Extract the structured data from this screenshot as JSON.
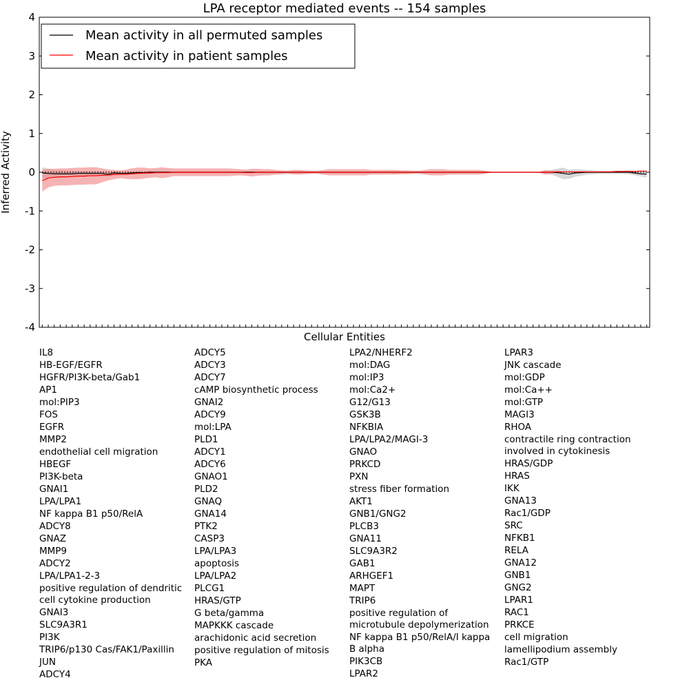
{
  "chart_data": {
    "type": "line",
    "title": "LPA receptor mediated events -- 154 samples",
    "xlabel": "Cellular Entities",
    "ylabel": "Inferred Activity",
    "ylim": [
      -4,
      4
    ],
    "yticks": [
      "-4",
      "-3",
      "-2",
      "-1",
      "0",
      "1",
      "2",
      "3",
      "4"
    ],
    "grid": false,
    "legend_placement": "top-left",
    "colors": {
      "permuted": "#000000",
      "patient": "#ff0000",
      "patient_band": "#f08080",
      "permuted_band": "#b0b0b0"
    },
    "categories": [
      "IL8",
      "HB-EGF/EGFR",
      "HGFR/PI3K-beta/Gab1",
      "AP1",
      "mol:PIP3",
      "FOS",
      "EGFR",
      "MMP2",
      "endothelial cell migration",
      "HBEGF",
      "PI3K-beta",
      "GNAI1",
      "LPA/LPA1",
      "NF kappa B1 p50/RelA",
      "ADCY8",
      "GNAZ",
      "MMP9",
      "ADCY2",
      "LPA/LPA1-2-3",
      "positive regulation of dendritic cell cytokine production",
      "GNAI3",
      "SLC9A3R1",
      "PI3K",
      "TRIP6/p130 Cas/FAK1/Paxillin",
      "JUN",
      "ADCY4",
      "ADCY5",
      "ADCY3",
      "ADCY7",
      "cAMP biosynthetic process",
      "GNAI2",
      "ADCY9",
      "mol:LPA",
      "PLD1",
      "ADCY1",
      "ADCY6",
      "GNAO1",
      "PLD2",
      "GNAQ",
      "GNA14",
      "PTK2",
      "CASP3",
      "LPA/LPA3",
      "apoptosis",
      "LPA/LPA2",
      "PLCG1",
      "HRAS/GTP",
      "G beta/gamma",
      "MAPKKK cascade",
      "arachidonic acid secretion",
      "positive regulation of mitosis",
      "PKA",
      "LPA2/NHERF2",
      "mol:DAG",
      "mol:IP3",
      "mol:Ca2+",
      "G12/G13",
      "GSK3B",
      "NFKBIA",
      "LPA/LPA2/MAGI-3",
      "GNAO",
      "PRKCD",
      "PXN",
      "stress fiber formation",
      "AKT1",
      "GNB1/GNG2",
      "PLCB3",
      "GNA11",
      "SLC9A3R2",
      "GAB1",
      "ARHGEF1",
      "MAPT",
      "TRIP6",
      "positive regulation of microtubule depolymerization",
      "NF kappa B1 p50/RelA/I kappa B alpha",
      "PIK3CB",
      "LPAR2",
      "LPAR3",
      "JNK cascade",
      "mol:GDP",
      "mol:Ca++",
      "mol:GTP",
      "MAGI3",
      "RHOA",
      "contractile ring contraction involved in cytokinesis",
      "HRAS/GDP",
      "HRAS",
      "IKK",
      "GNA13",
      "Rac1/GDP",
      "SRC",
      "NFKB1",
      "RELA",
      "GNA12",
      "GNB1",
      "GNG2",
      "LPAR1",
      "RAC1",
      "PRKCE",
      "cell migration",
      "lamellipodium assembly",
      "Rac1/GTP"
    ],
    "series": [
      {
        "name": "Mean activity in all permuted samples",
        "values": [
          -0.02,
          -0.03,
          -0.04,
          -0.04,
          -0.04,
          -0.04,
          -0.03,
          -0.03,
          -0.03,
          -0.03,
          -0.03,
          -0.05,
          -0.02,
          -0.03,
          -0.03,
          -0.02,
          -0.01,
          -0.01,
          0,
          0,
          0,
          0,
          0,
          0,
          0,
          0,
          0,
          0,
          0,
          0,
          0,
          0,
          0,
          0,
          0,
          0,
          0,
          0,
          0,
          0,
          0,
          0,
          0,
          0,
          0,
          0,
          0,
          0,
          0,
          0,
          0,
          0,
          0,
          0,
          0,
          0,
          0,
          0,
          0,
          0,
          0,
          0,
          0,
          0,
          0,
          0,
          0,
          0,
          0,
          0,
          0,
          0,
          0,
          0,
          0,
          0,
          0,
          0,
          0,
          0,
          0,
          0,
          0,
          0,
          0,
          0,
          -0.01,
          -0.03,
          -0.05,
          -0.02,
          -0.01,
          0,
          0,
          0,
          0,
          0,
          0,
          0,
          0,
          -0.02,
          -0.04,
          -0.05
        ],
        "spread": [
          0.15,
          0.12,
          0.1,
          0.1,
          0.08,
          0.08,
          0.06,
          0.06,
          0.06,
          0.06,
          0.06,
          0.06,
          0.05,
          0.05,
          0.05,
          0.04,
          0.04,
          0.04,
          0.04,
          0.03,
          0.03,
          0.03,
          0.03,
          0.03,
          0.03,
          0.03,
          0.03,
          0.03,
          0.03,
          0.03,
          0.03,
          0.03,
          0.03,
          0.03,
          0.03,
          0.03,
          0.03,
          0.03,
          0.03,
          0.03,
          0.03,
          0.03,
          0.03,
          0.03,
          0.03,
          0.03,
          0.03,
          0.03,
          0.03,
          0.03,
          0.03,
          0.03,
          0.03,
          0.03,
          0.03,
          0.03,
          0.03,
          0.03,
          0.03,
          0.03,
          0.03,
          0.03,
          0.03,
          0.03,
          0.03,
          0.03,
          0.03,
          0.03,
          0.03,
          0.03,
          0.03,
          0.03,
          0.03,
          0.03,
          0.03,
          0.01,
          0.01,
          0.01,
          0.01,
          0.01,
          0.01,
          0.01,
          0.01,
          0.01,
          0.03,
          0.06,
          0.1,
          0.15,
          0.12,
          0.1,
          0.08,
          0.06,
          0.05,
          0.04,
          0.04,
          0.04,
          0.04,
          0.04,
          0.05,
          0.06,
          0.07,
          0.08
        ]
      },
      {
        "name": "Mean activity in patient samples",
        "values": [
          -0.22,
          -0.15,
          -0.13,
          -0.12,
          -0.12,
          -0.11,
          -0.1,
          -0.1,
          -0.09,
          -0.09,
          -0.08,
          -0.07,
          -0.06,
          -0.05,
          -0.05,
          -0.04,
          -0.03,
          -0.02,
          -0.02,
          -0.01,
          -0.01,
          -0.01,
          0,
          0,
          0,
          0,
          0,
          0,
          0,
          0,
          0,
          0,
          0,
          0,
          -0.01,
          -0.01,
          0,
          0,
          0,
          0,
          0,
          0,
          0,
          0,
          0,
          0,
          0,
          0,
          0,
          0,
          0,
          0,
          0,
          0,
          0,
          0,
          0,
          0,
          0,
          0,
          0,
          0,
          0,
          0,
          0,
          0,
          0,
          0,
          0,
          0,
          0,
          0,
          0,
          0,
          0,
          0,
          0,
          0,
          0,
          0,
          0,
          0,
          0,
          0,
          0,
          0,
          0.01,
          0.01,
          0.01,
          0.01,
          0.01,
          0.01,
          0.01,
          0.01,
          0.01,
          0.01,
          0.02,
          0.02,
          0.02,
          0.02,
          0.03,
          0.03
        ],
        "spread": [
          0.28,
          0.24,
          0.22,
          0.22,
          0.22,
          0.22,
          0.22,
          0.22,
          0.22,
          0.22,
          0.18,
          0.14,
          0.12,
          0.1,
          0.12,
          0.14,
          0.15,
          0.14,
          0.12,
          0.12,
          0.14,
          0.12,
          0.1,
          0.1,
          0.1,
          0.1,
          0.1,
          0.1,
          0.1,
          0.1,
          0.1,
          0.1,
          0.09,
          0.08,
          0.08,
          0.1,
          0.09,
          0.08,
          0.08,
          0.06,
          0.05,
          0.04,
          0.06,
          0.06,
          0.05,
          0.04,
          0.04,
          0.06,
          0.08,
          0.08,
          0.08,
          0.08,
          0.08,
          0.08,
          0.08,
          0.06,
          0.06,
          0.06,
          0.06,
          0.06,
          0.05,
          0.05,
          0.04,
          0.04,
          0.06,
          0.08,
          0.08,
          0.08,
          0.06,
          0.06,
          0.06,
          0.06,
          0.06,
          0.06,
          0.04,
          0.01,
          0.01,
          0.01,
          0.01,
          0.01,
          0.01,
          0.01,
          0.01,
          0.01,
          0.06,
          0.04,
          0.03,
          0.01,
          0.01,
          0.01,
          0.01,
          0.01,
          0.01,
          0.01,
          0.01,
          0.01,
          0.01,
          0.01,
          0.01,
          0.01,
          0.01,
          0.01
        ]
      }
    ]
  }
}
